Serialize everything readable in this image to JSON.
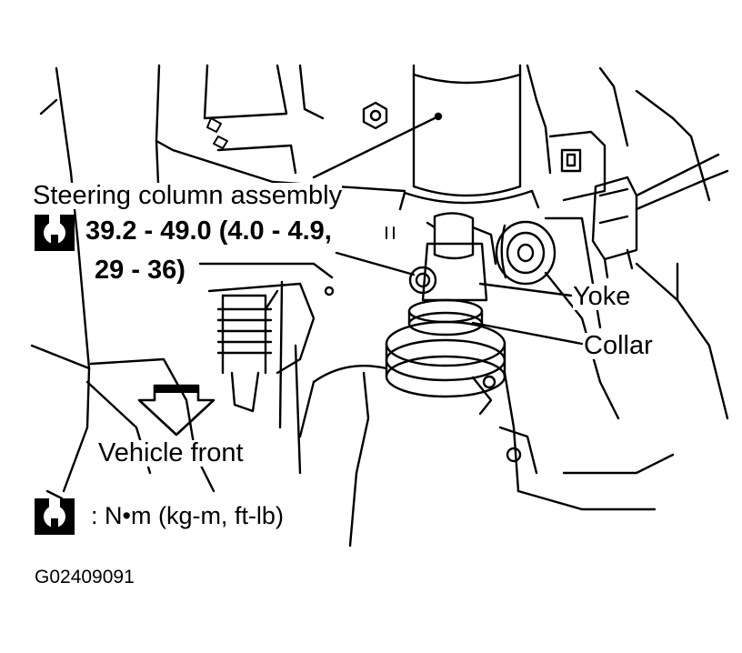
{
  "labels": {
    "steering_column": "Steering column assembly",
    "torque_line1": "39.2 - 49.0 (4.0 - 4.9,",
    "torque_line2": "29 - 36)",
    "yoke": "Yoke",
    "collar": "Collar",
    "vehicle_front": "Vehicle front",
    "units_legend": ":  N•m  (kg-m,  ft-lb)",
    "figure_code": "G02409091"
  },
  "icons": {
    "torque": "torque-wrench-icon",
    "front_arrow": "vehicle-front-arrow-icon"
  },
  "colors": {
    "ink": "#000000",
    "paper": "#ffffff"
  }
}
